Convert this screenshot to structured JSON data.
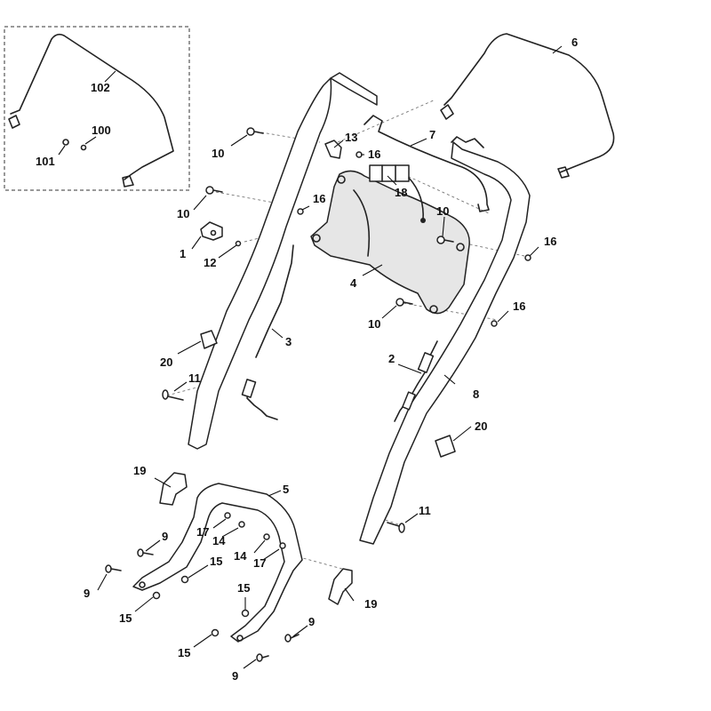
{
  "callouts": {
    "c100": "100",
    "c101": "101",
    "c102": "102",
    "c1": "1",
    "c2": "2",
    "c3": "3",
    "c4": "4",
    "c5": "5",
    "c6": "6",
    "c7": "7",
    "c8": "8",
    "c9a": "9",
    "c9b": "9",
    "c9c": "9",
    "c9d": "9",
    "c10a": "10",
    "c10b": "10",
    "c10c": "10",
    "c10d": "10",
    "c11a": "11",
    "c11b": "11",
    "c12": "12",
    "c13": "13",
    "c14a": "14",
    "c14b": "14",
    "c15a": "15",
    "c15b": "15",
    "c15c": "15",
    "c15d": "15",
    "c16a": "16",
    "c16b": "16",
    "c16c": "16",
    "c16d": "16",
    "c17a": "17",
    "c17b": "17",
    "c18": "18",
    "c19a": "19",
    "c19b": "19",
    "c20a": "20",
    "c20b": "20"
  },
  "colors": {
    "line": "#222222",
    "background": "#ffffff",
    "shade": "#e6e6e6"
  }
}
